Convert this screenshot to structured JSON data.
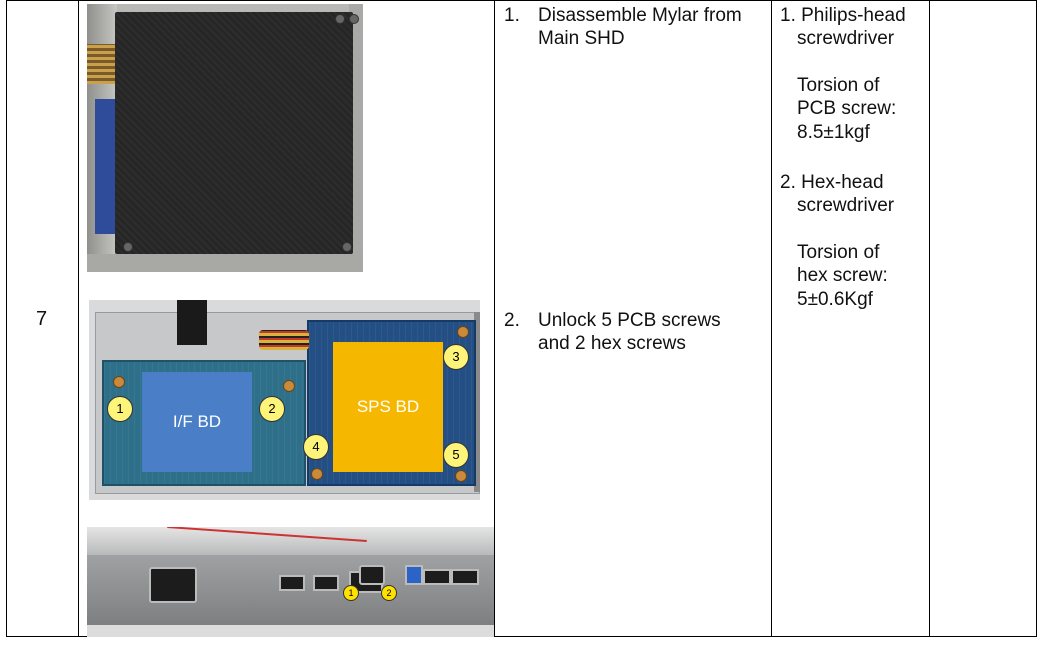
{
  "step_number": "7",
  "procedure": {
    "step1": {
      "num": "1.",
      "line1": "Disassemble Mylar from",
      "line2": "Main SHD"
    },
    "step2": {
      "num": "2.",
      "line1": "Unlock 5 PCB screws",
      "line2": "and 2 hex screws"
    }
  },
  "tools": {
    "tool1": {
      "line1": "1. Philips-head",
      "line2": "screwdriver",
      "torque1": "Torsion of",
      "torque2": "PCB screw:",
      "torque3": "8.5±1kgf"
    },
    "tool2": {
      "line1": "2. Hex-head",
      "line2": "screwdriver",
      "torque1": "Torsion of",
      "torque2": "hex screw:",
      "torque3": "5±0.6Kgf"
    }
  },
  "figure_boards": {
    "if_label": "I/F BD",
    "sps_label": "SPS BD",
    "screw_callouts": [
      "1",
      "2",
      "3",
      "4",
      "5"
    ],
    "colors": {
      "if_block": "#4a7fc8",
      "sps_block": "#f6b700",
      "callout": "#fff47a"
    }
  },
  "figure_ports": {
    "hex_callouts": [
      "1",
      "2"
    ],
    "colors": {
      "callout": "#ffe100",
      "usb3_port": "#2b63c7"
    }
  }
}
